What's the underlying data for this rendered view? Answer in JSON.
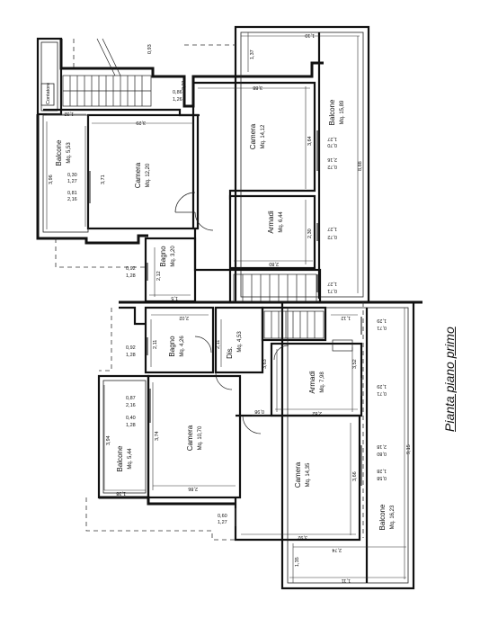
{
  "title": "Pianta piano primo",
  "rooms": [
    {
      "id": "balcone-top",
      "name": "Balcone",
      "area": "Mq. 15,89"
    },
    {
      "id": "camera-tr",
      "name": "Camera",
      "area": "Mq. 14,12"
    },
    {
      "id": "camera-tl",
      "name": "Camera",
      "area": "Mq. 12,20"
    },
    {
      "id": "balcone-left",
      "name": "Balcone",
      "area": "Mq. 5,53"
    },
    {
      "id": "armadi-top",
      "name": "Armadi",
      "area": "Mq. 6,44"
    },
    {
      "id": "bagno-top",
      "name": "Bagno",
      "area": "Mq. 3,20"
    },
    {
      "id": "bagno-mid",
      "name": "Bagno",
      "area": "Mq. 4,26"
    },
    {
      "id": "dis",
      "name": "Dis.",
      "area": "Mq. 4,53"
    },
    {
      "id": "armadi-bottom",
      "name": "Armadi",
      "area": "Mq. 7,98"
    },
    {
      "id": "camera-bl",
      "name": "Camera",
      "area": "Mq. 10,70"
    },
    {
      "id": "balcone-bl",
      "name": "Balcone",
      "area": "Mq. 5,44"
    },
    {
      "id": "camera-br",
      "name": "Camera",
      "area": "Mq. 14,35"
    },
    {
      "id": "balcone-br",
      "name": "Balcone",
      "area": "Mq. 16,23"
    }
  ],
  "labels": {
    "contatore": "Contatore",
    "dim_0_93": "0,93",
    "dim_2_21": "2,21",
    "dim_0_86": "0,86",
    "dim_1_26": "1,26",
    "dim_1_10": "1,10",
    "dim_1_37": "1,37",
    "dim_3_88": "3,88",
    "dim_3_64": "3,64",
    "dim_3_29": "3,29",
    "dim_3_71": "3,71",
    "dim_3_96": "3,96",
    "dim_1_32": "1,32",
    "dim_0_30": "0,30",
    "dim_1_27a": "1,27",
    "dim_0_81": "0,81",
    "dim_2_16a": "2,16",
    "dim_0_70": "0,70",
    "dim_1_27b": "1,27",
    "dim_2_16b": "2,16",
    "dim_0_72a": "0,72",
    "dim_1_27c": "1,27",
    "dim_0_72b": "0,72",
    "dim_8_88": "8,88",
    "dim_2_30": "2,30",
    "dim_2_80": "2,80",
    "dim_1_27d": "1,27",
    "dim_0_71a": "0,71",
    "dim_2_12": "2,12",
    "dim_0_92a": "0,92",
    "dim_1_28a": "1,28",
    "dim_1_5": "1,5",
    "dim_2_02": "2,02",
    "dim_2_11a": "2,11",
    "dim_2_11b": "2,11",
    "dim_1_12": "1,12",
    "dim_1_29a": "1,29",
    "dim_0_71b": "0,71",
    "dim_0_92b": "0,92",
    "dim_1_28b": "1,28",
    "dim_3_63": "3,63",
    "dim_3_52": "3,52",
    "dim_1_29b": "1,29",
    "dim_0_71c": "0,71",
    "dim_0_87": "0,87",
    "dim_2_16c": "2,16",
    "dim_0_40": "0,40",
    "dim_1_28c": "1,28",
    "dim_0_98": "0,98",
    "dim_2_82": "2,82",
    "dim_3_94": "3,94",
    "dim_3_74": "3,74",
    "dim_2_18": "2,18",
    "dim_0_80": "0,80",
    "dim_9_15": "9,15",
    "dim_1_28d": "1,28",
    "dim_0_58": "0,58",
    "dim_3_66": "3,66",
    "dim_1_38": "1,38",
    "dim_2_86": "2,86",
    "dim_0_60": "0,60",
    "dim_1_27e": "1,27",
    "dim_3_92": "3,92",
    "dim_2_74": "2,74",
    "dim_1_35": "1,35",
    "dim_1_11": "1,11"
  }
}
